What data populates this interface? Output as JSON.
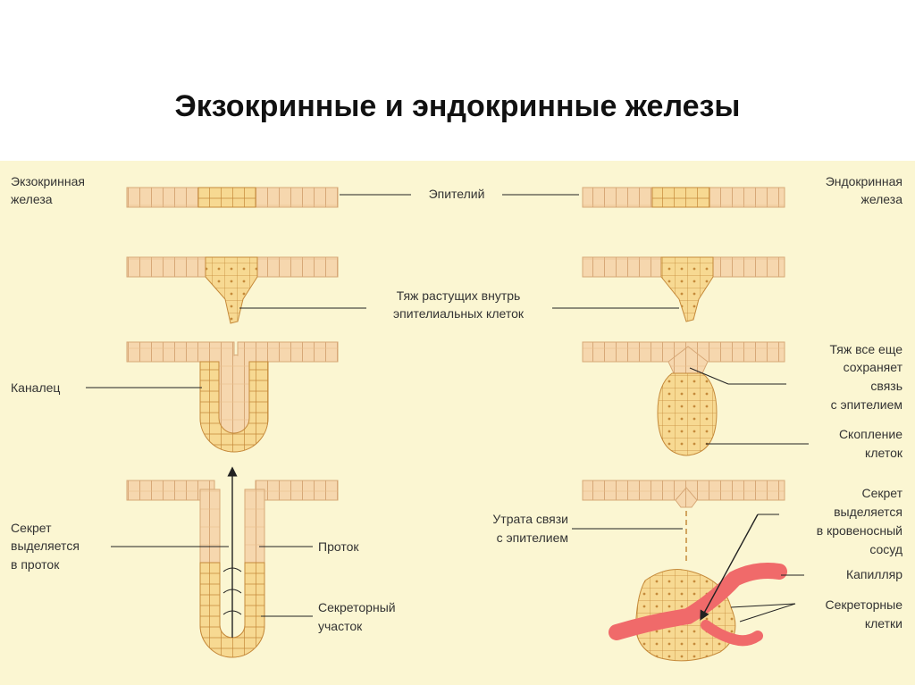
{
  "title": "Экзокринные и эндокринные железы",
  "colors": {
    "panel": "#fbf6d2",
    "epithelium_fill": "#f6d7ae",
    "epithelium_stroke": "#d7a877",
    "gland_fill": "#f7d992",
    "gland_stroke": "#c58a3a",
    "capillary": "#f06a6a",
    "line": "#222222"
  },
  "labels": {
    "exocrine_label": [
      "Экзокринная",
      "железа"
    ],
    "endocrine_label": [
      "Эндокринная",
      "железа"
    ],
    "epithelium": "Эпителий",
    "cord": [
      "Тяж растущих внутрь",
      "эпителиальных клеток"
    ],
    "canal": "Каналец",
    "cord_connected": [
      "Тяж все еще",
      "сохраняет",
      "связь",
      "с эпителием"
    ],
    "cluster": [
      "Скопление",
      "клеток"
    ],
    "secret_duct": [
      "Секрет",
      "выделяется",
      "в проток"
    ],
    "duct": "Проток",
    "secretory_part": [
      "Секреторный",
      "участок"
    ],
    "loss_connection": [
      "Утрата связи",
      "с эпителием"
    ],
    "secret_vessel": [
      "Секрет",
      "выделяется",
      "в кровеносный",
      "сосуд"
    ],
    "capillary": "Капилляр",
    "secretory_cells": [
      "Секреторные",
      "клетки"
    ]
  },
  "icons": [
    "arrow-up-icon",
    "arrow-icon"
  ]
}
